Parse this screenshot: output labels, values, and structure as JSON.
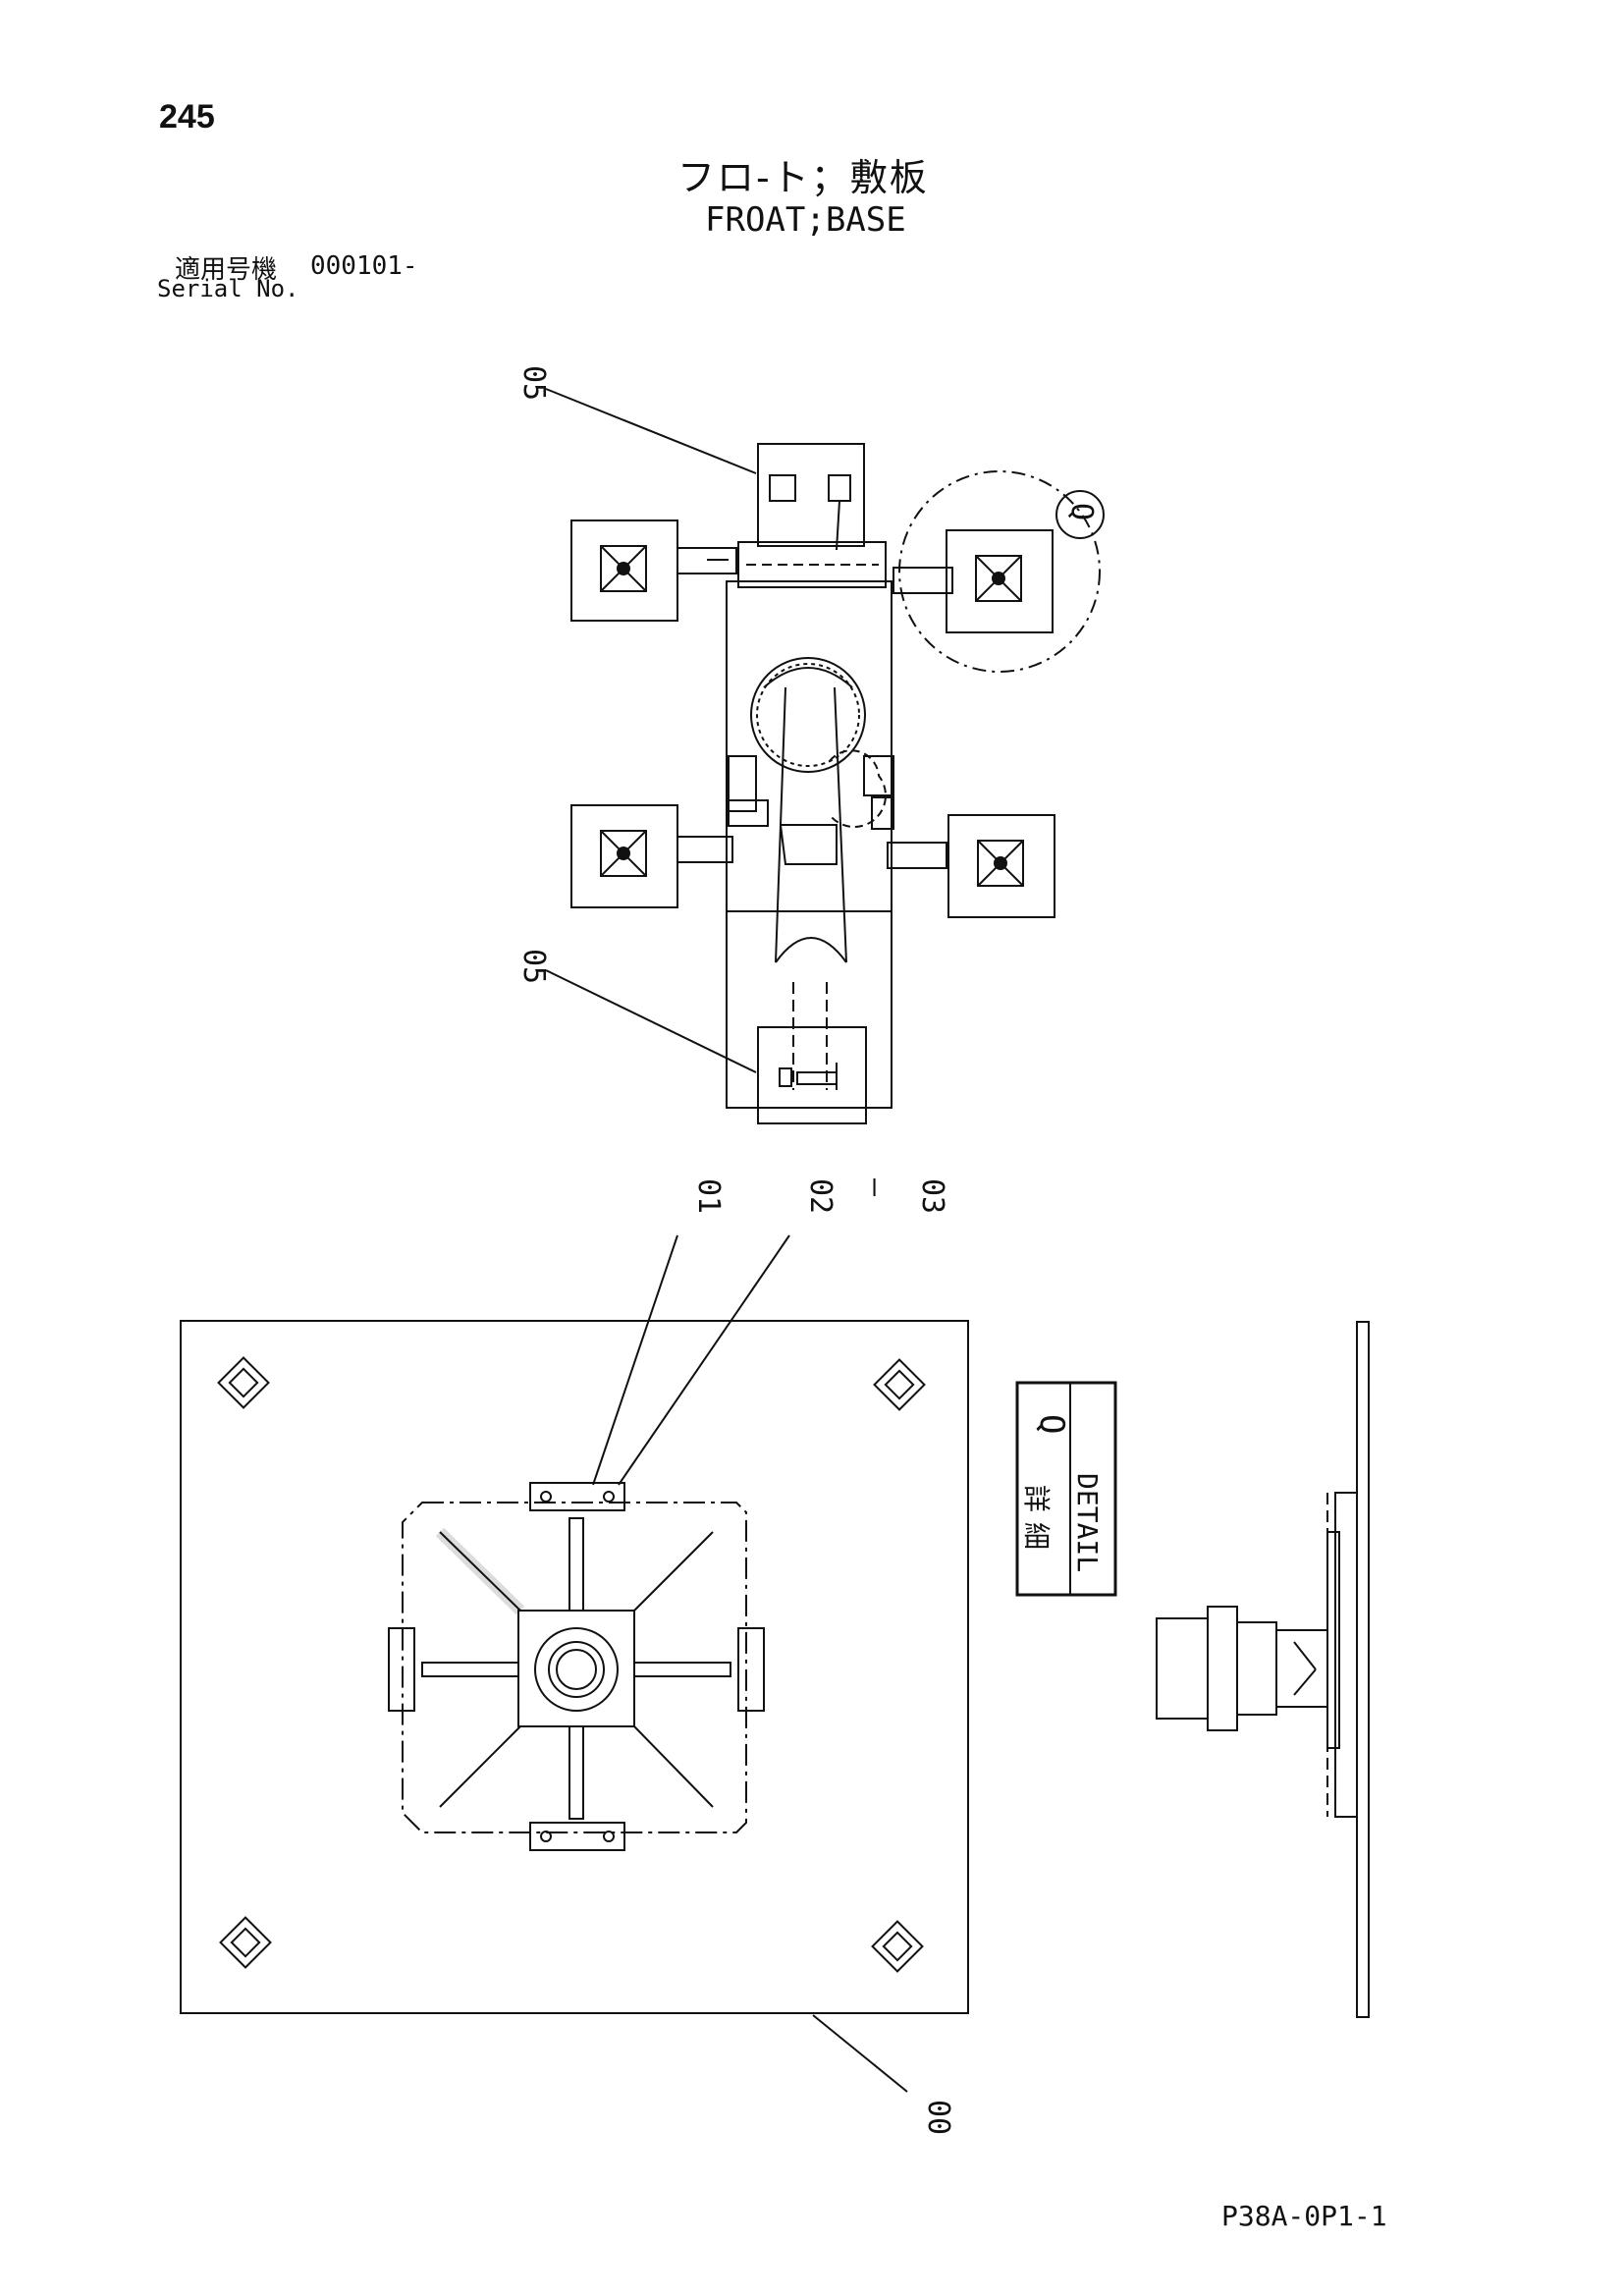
{
  "header": {
    "page_number": "245",
    "title_jp": "フロ-ト；敷板",
    "title_en": "FROAT;BASE",
    "serial_label_jp": "適用号機",
    "serial_value": "000101-",
    "serial_label_en": "Serial No."
  },
  "callouts": {
    "top_05": "05",
    "bottom_05": "05",
    "p01": "01",
    "p02": "02",
    "dash": "—",
    "p03": "03",
    "p00": "00",
    "detail_q": "Q"
  },
  "detail_box": {
    "jp_1": "詳",
    "jp_2": "細",
    "en": "DETAIL",
    "letter": "Q"
  },
  "footer": {
    "drawing_code": "P38A-0P1-1"
  }
}
